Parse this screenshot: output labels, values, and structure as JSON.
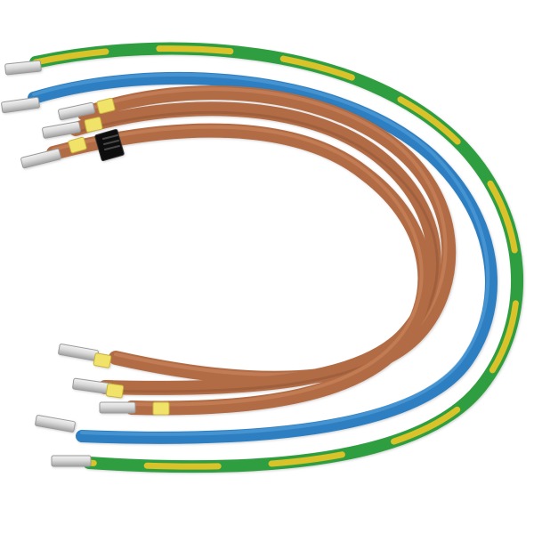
{
  "scene": {
    "background": "#ffffff",
    "subject": "cable-set",
    "colors": {
      "green": "#2f9e3f",
      "yellow": "#d9c22a",
      "blue": "#2e7fc1",
      "blue_shadow": "#1f5f9a",
      "brown": "#b26c45",
      "brown_shadow": "#7f4a2e",
      "brown_highlight": "#d08a62",
      "lug": "#d9d9d9",
      "lug_shadow": "#a9a9a9",
      "tag_yellow": "#f1e36a",
      "tag_black": "#111111"
    },
    "cables": [
      {
        "name": "green-yellow-outer",
        "color": "green-yellow"
      },
      {
        "name": "blue-middle",
        "color": "blue"
      },
      {
        "name": "brown-1",
        "color": "brown"
      },
      {
        "name": "brown-2",
        "color": "brown"
      },
      {
        "name": "brown-3",
        "color": "brown"
      }
    ]
  }
}
